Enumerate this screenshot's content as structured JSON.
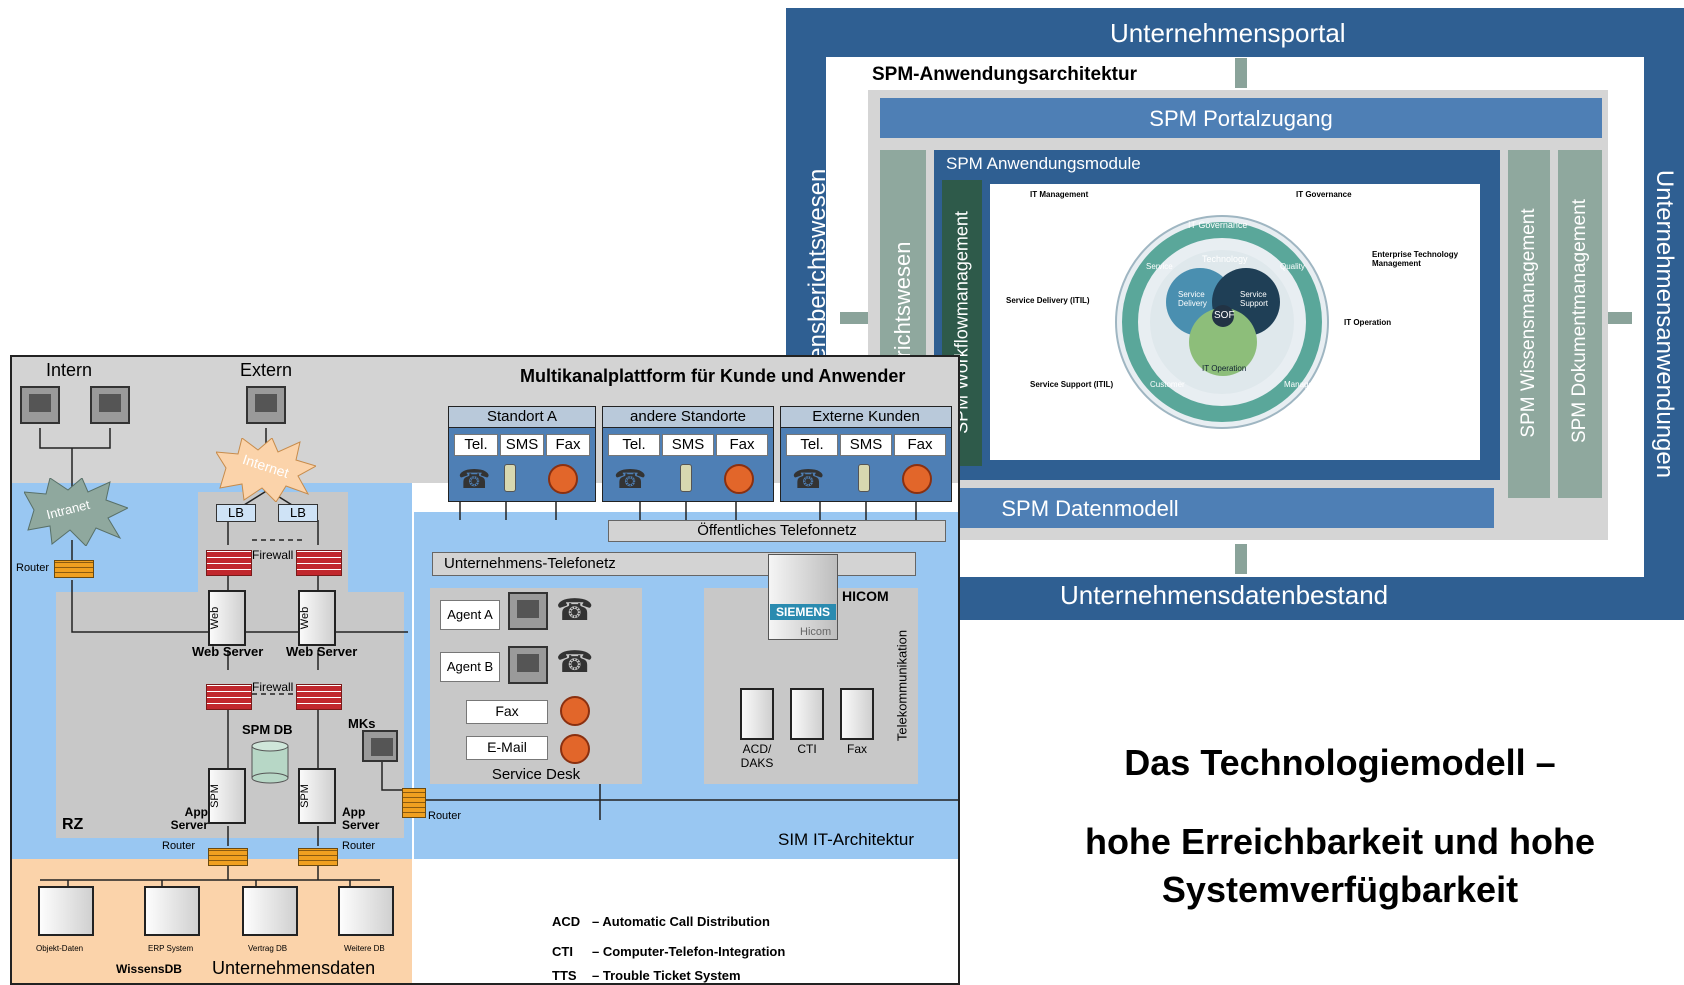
{
  "right_diagram": {
    "top_label": "Unternehmensportal",
    "bottom_label": "Unternehmensdatenbestand",
    "left_vertical": "Unternehmensberichtswesen",
    "right_vertical": "Unternehmensanwendungen",
    "architecture_title": "SPM-Anwendungsarchitektur",
    "portal_access": "SPM Portalzugang",
    "data_model": "SPM Datenmodell",
    "modules_title": "SPM Anwendungsmodule",
    "inner_left_vertical": "Berichtswesen",
    "workflow_vertical": "SPM Workflowmanagement",
    "knowledge_vertical": "SPM Wissensmanagement",
    "document_vertical": "SPM Dokumentmanagement",
    "wheel": {
      "ring_top": "IT Governance",
      "technology": "Technology",
      "service_delivery": "Service Delivery",
      "service_support": "Service Support",
      "center": "SOF",
      "it_operation": "IT Operation",
      "left_ring_1": "Service",
      "left_ring_2": "Customer",
      "right_ring_1": "Quality",
      "right_ring_2": "Management",
      "headings": {
        "it_management": "IT Management",
        "service_delivery": "Service Delivery (ITIL)",
        "service_support": "Service Support (ITIL)",
        "it_governance": "IT Governance",
        "enterprise": "Enterprise Technology Management",
        "it_operation": "IT Operation"
      }
    }
  },
  "left_diagram": {
    "intern": "Intern",
    "extern": "Extern",
    "internet": "Internet",
    "intranet": "Intranet",
    "router": "Router",
    "lb1": "LB",
    "lb2": "LB",
    "firewall_1": "Firewall",
    "firewall_2": "Firewall",
    "web_server_1": "Web Server",
    "web_server_2": "Web Server",
    "web_tag": "Web",
    "spm_tag": "SPM",
    "spm_db": "SPM DB",
    "mks": "MKs",
    "rz": "RZ",
    "app_server_1": "App Server",
    "app_server_2": "App Server",
    "router_left": "Router",
    "router_right": "Router",
    "router_mid": "Router",
    "multichannel_title": "Multikanalplattform für Kunde und Anwender",
    "sites": [
      {
        "name": "Standort A",
        "tel": "Tel.",
        "sms": "SMS",
        "fax": "Fax"
      },
      {
        "name": "andere Standorte",
        "tel": "Tel.",
        "sms": "SMS",
        "fax": "Fax"
      },
      {
        "name": "Externe Kunden",
        "tel": "Tel.",
        "sms": "SMS",
        "fax": "Fax"
      }
    ],
    "public_network": "Öffentliches Telefonnetz",
    "company_network": "Unternehmens-Telefonetz",
    "agent_a": "Agent A",
    "agent_b": "Agent B",
    "fax": "Fax",
    "email": "E-Mail",
    "service_desk": "Service Desk",
    "hicom": "HICOM",
    "siemens": "SIEMENS",
    "hicom_sub": "Hicom",
    "telekommunikation": "Telekommunikation",
    "acd_daks": "ACD/ DAKS",
    "cti": "CTI",
    "tk_fax": "Fax",
    "sim_it": "SIM IT-Architektur",
    "company_data": "Unternehmensdaten",
    "wissens_db": "WissensDB",
    "db_labels": [
      "Objekt-Daten",
      "ERP System",
      "Vertrag DB",
      "Weitere DB"
    ],
    "legend": [
      {
        "abbr": "ACD",
        "text": "– Automatic Call Distribution"
      },
      {
        "abbr": "CTI",
        "text": "– Computer-Telefon-Integration"
      },
      {
        "abbr": "TTS",
        "text": "– Trouble Ticket System"
      }
    ]
  },
  "caption": {
    "line1": "Das Technologiemodell –",
    "line2": "hohe Erreichbarkeit und hohe Systemverfügbarkeit"
  },
  "colors": {
    "dark_blue": "#2f5f92",
    "mid_blue": "#4e7fb5",
    "light_blue": "#99c7f2",
    "sage": "#8fa89e",
    "dark_green": "#2e5a4a",
    "peach": "#fbd3aa",
    "gray_panel": "#cfcfcf"
  }
}
